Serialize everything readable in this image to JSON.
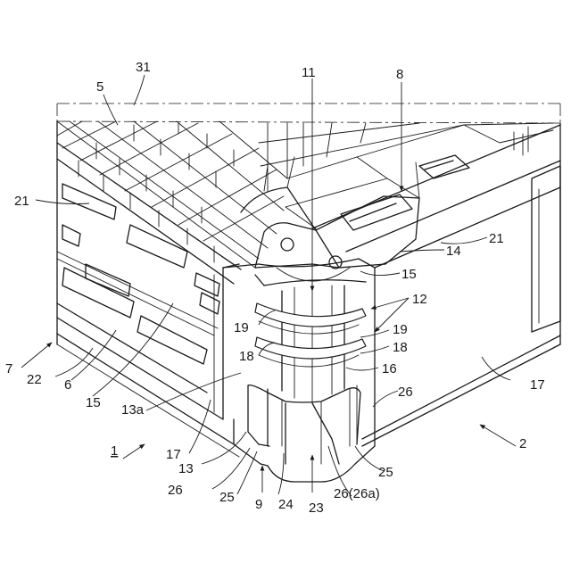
{
  "figure": {
    "labels": {
      "l1": "1",
      "l2": "2",
      "l5": "5",
      "l6": "6",
      "l7": "7",
      "l8": "8",
      "l9": "9",
      "l11": "11",
      "l12": "12",
      "l13": "13",
      "l13a": "13a",
      "l14": "14",
      "l15a": "15",
      "l15b": "15",
      "l16": "16",
      "l17a": "17",
      "l17b": "17",
      "l18a": "18",
      "l18b": "18",
      "l19a": "19",
      "l19b": "19",
      "l21a": "21",
      "l21b": "21",
      "l22": "22",
      "l23": "23",
      "l24": "24",
      "l25a": "25",
      "l25b": "25",
      "l26a": "26",
      "l26b": "26",
      "l26c": "26(26a)",
      "l31": "31"
    }
  }
}
